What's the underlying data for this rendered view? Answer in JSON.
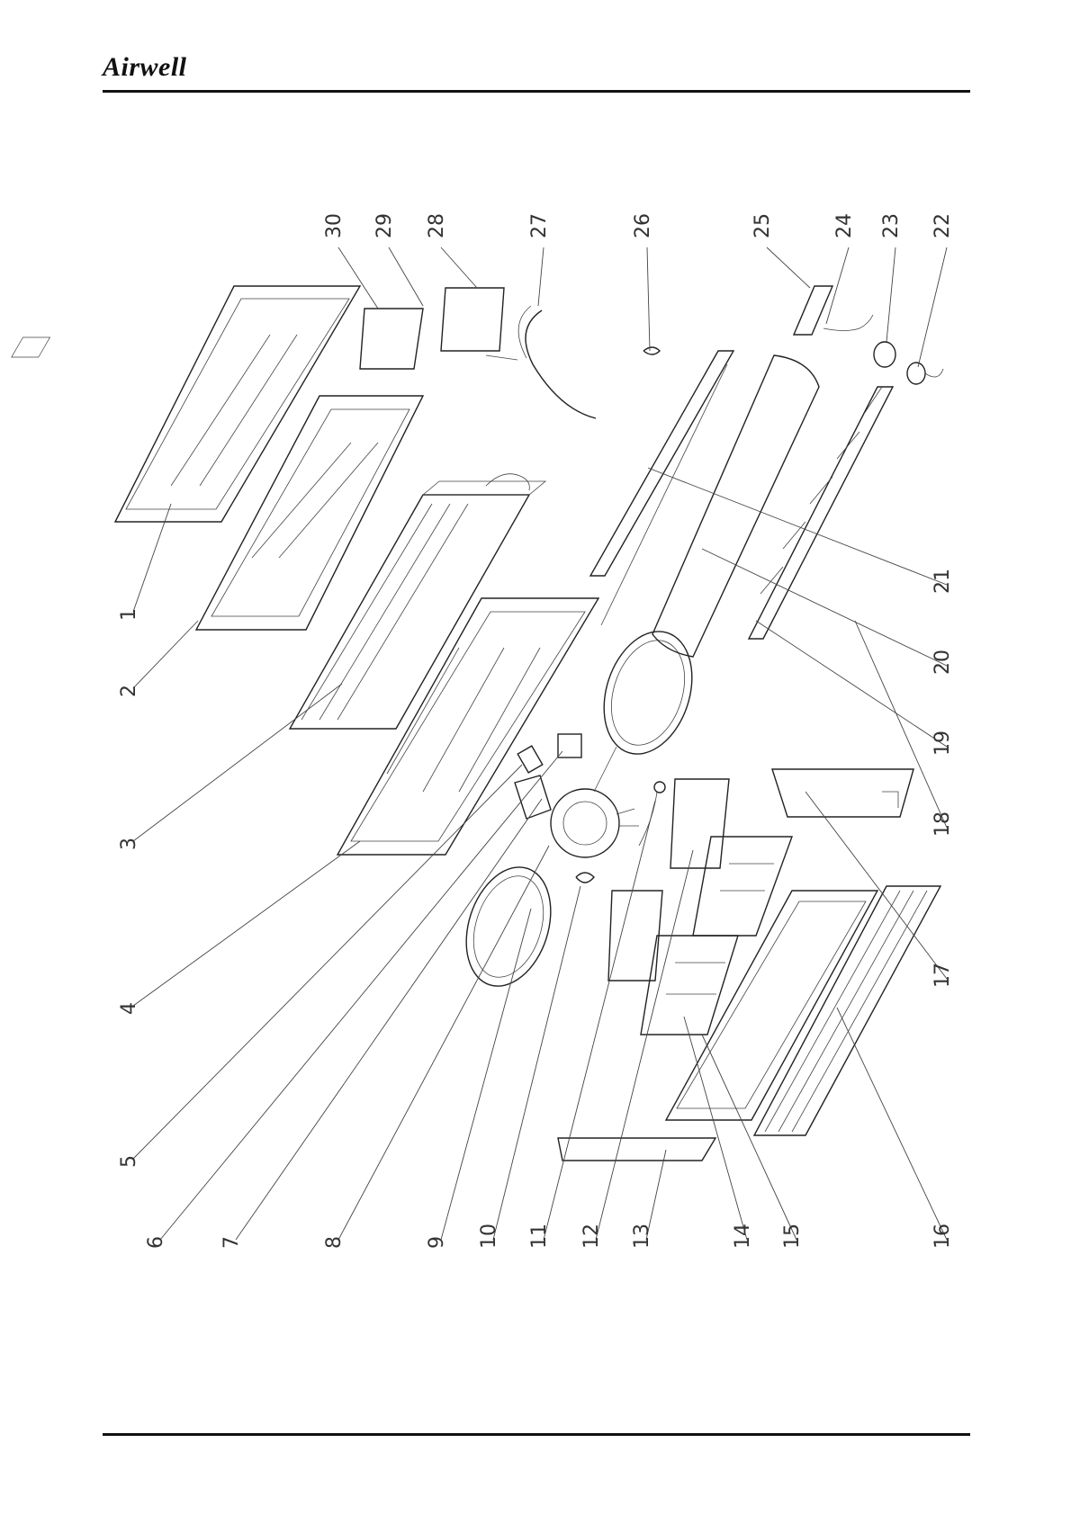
{
  "header": {
    "brand": "Airwell"
  },
  "diagram": {
    "callouts": [
      "1",
      "2",
      "3",
      "4",
      "5",
      "6",
      "7",
      "8",
      "9",
      "10",
      "11",
      "12",
      "13",
      "14",
      "15",
      "16",
      "17",
      "18",
      "19",
      "20",
      "21",
      "22",
      "23",
      "24",
      "25",
      "26",
      "27",
      "28",
      "29",
      "30"
    ]
  }
}
